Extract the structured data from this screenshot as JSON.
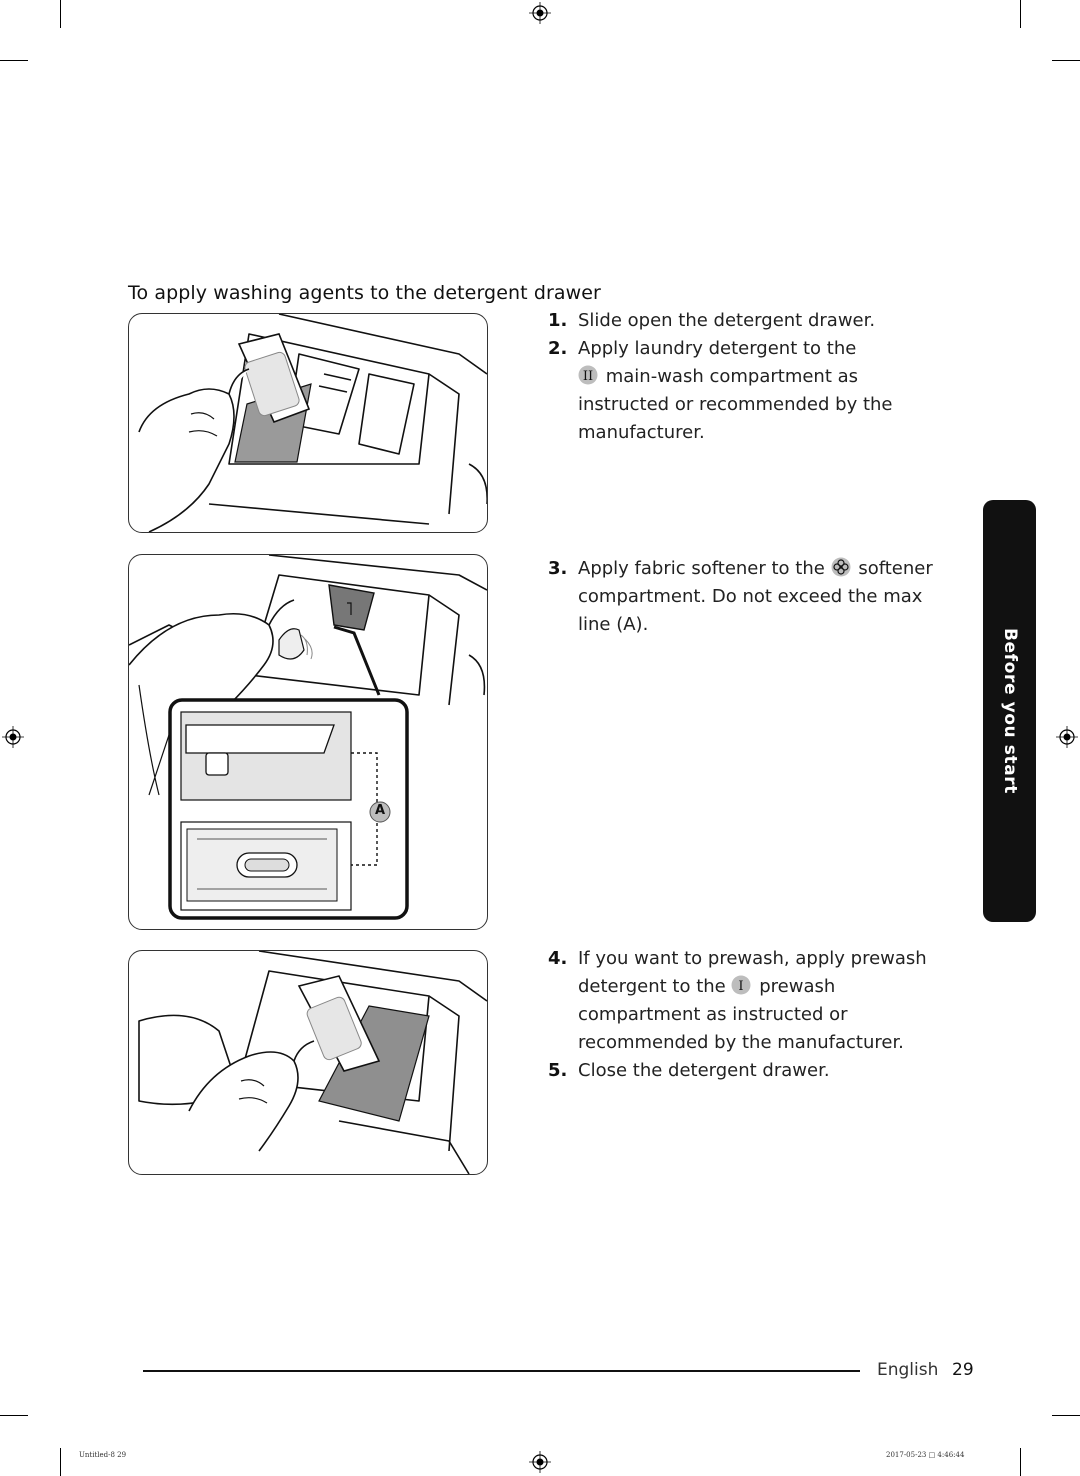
{
  "heading": "To apply washing agents to the detergent drawer",
  "steps": [
    {
      "num": "1.",
      "text": "Slide open the detergent drawer."
    },
    {
      "num": "2.",
      "text_before": "Apply laundry detergent to the",
      "icon": "main-wash-compartment-icon",
      "text_after": "main-wash compartment as instructed or recommended by the manufacturer."
    },
    {
      "num": "3.",
      "text_before": "Apply fabric softener to the",
      "icon": "softener-flower-icon",
      "text_after": "softener compartment. Do not exceed the max line (A)."
    },
    {
      "num": "4.",
      "text_before": "If you want to prewash, apply prewash detergent to the",
      "icon": "prewash-compartment-icon",
      "text_after": "prewash compartment as instructed or recommended by the manufacturer."
    },
    {
      "num": "5.",
      "text": "Close the detergent drawer."
    }
  ],
  "callout_label": "A",
  "side_tab": "Before you start",
  "footer": {
    "language": "English",
    "page": "29"
  },
  "slug": {
    "left": "Untitled-8   29",
    "right": "2017-05-23   □ 4:46:44"
  },
  "colors": {
    "tab_background": "#111111",
    "drawer_fill": "#9a9a9a",
    "text": "#222222"
  }
}
